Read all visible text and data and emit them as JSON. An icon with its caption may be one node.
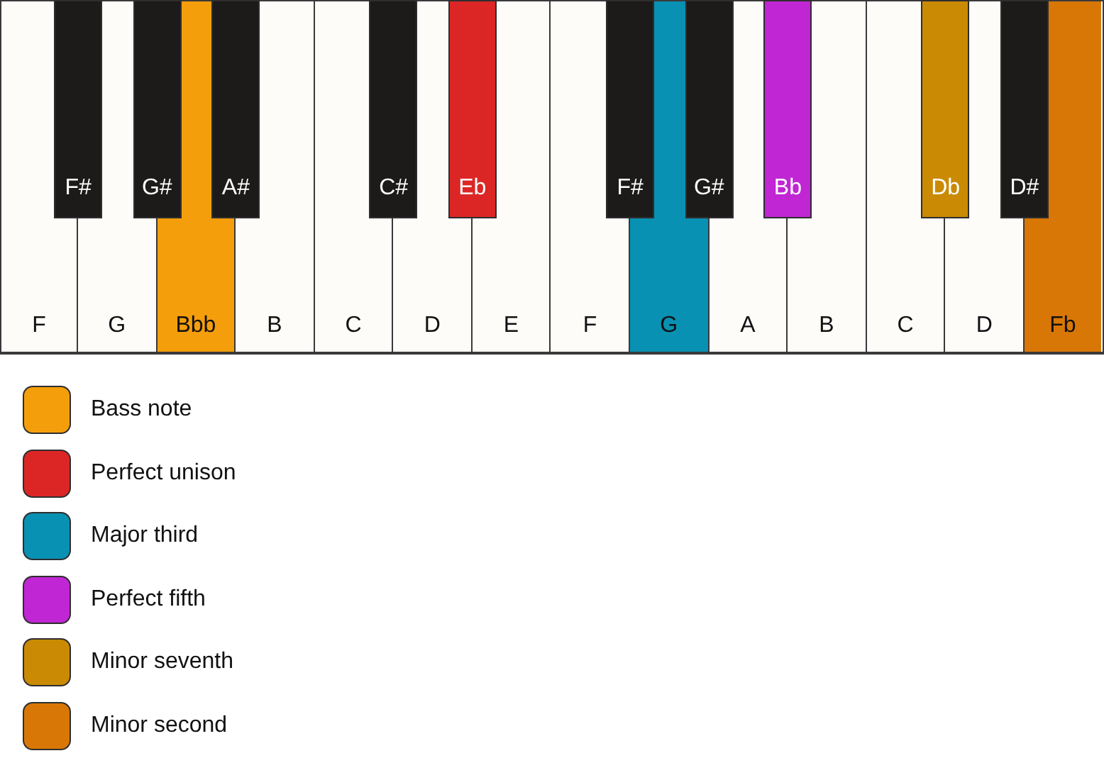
{
  "diagram": {
    "nodes": [
      {
        "text": [
          "F#"
        ]
      },
      {
        "text": [
          "G#"
        ]
      },
      {
        "text": [
          "A#"
        ]
      },
      {
        "text": [
          "C#"
        ]
      },
      {
        "text": [
          "Eb"
        ]
      },
      {
        "text": [
          "F#"
        ]
      },
      {
        "text": [
          "G#"
        ]
      },
      {
        "text": [
          "Bb"
        ]
      },
      {
        "text": [
          "Db"
        ]
      },
      {
        "text": [
          "D#"
        ]
      },
      {
        "text": [
          "F"
        ]
      },
      {
        "text": [
          "G"
        ]
      },
      {
        "text": [
          "Bbb"
        ]
      },
      {
        "text": [
          "B"
        ]
      },
      {
        "text": [
          "C"
        ]
      },
      {
        "text": [
          "D"
        ]
      },
      {
        "text": [
          "E"
        ]
      },
      {
        "text": [
          "F"
        ]
      },
      {
        "text": [
          "G"
        ]
      },
      {
        "text": [
          "A"
        ]
      },
      {
        "text": [
          "B"
        ]
      },
      {
        "text": [
          "C"
        ]
      },
      {
        "text": [
          "D"
        ]
      },
      {
        "text": [
          "Fb"
        ]
      }
    ],
    "legend": [
      {
        "text": "Bass note",
        "color": "#f59e0b"
      },
      {
        "text": "Perfect unison",
        "color": "#dc2626"
      },
      {
        "text": "Major third",
        "color": "#0891b2"
      },
      {
        "text": "Perfect fifth",
        "color": "#c026d3"
      },
      {
        "text": "Minor seventh",
        "color": "#ca8a04"
      },
      {
        "text": "Minor second",
        "color": "#d97706"
      }
    ]
  }
}
